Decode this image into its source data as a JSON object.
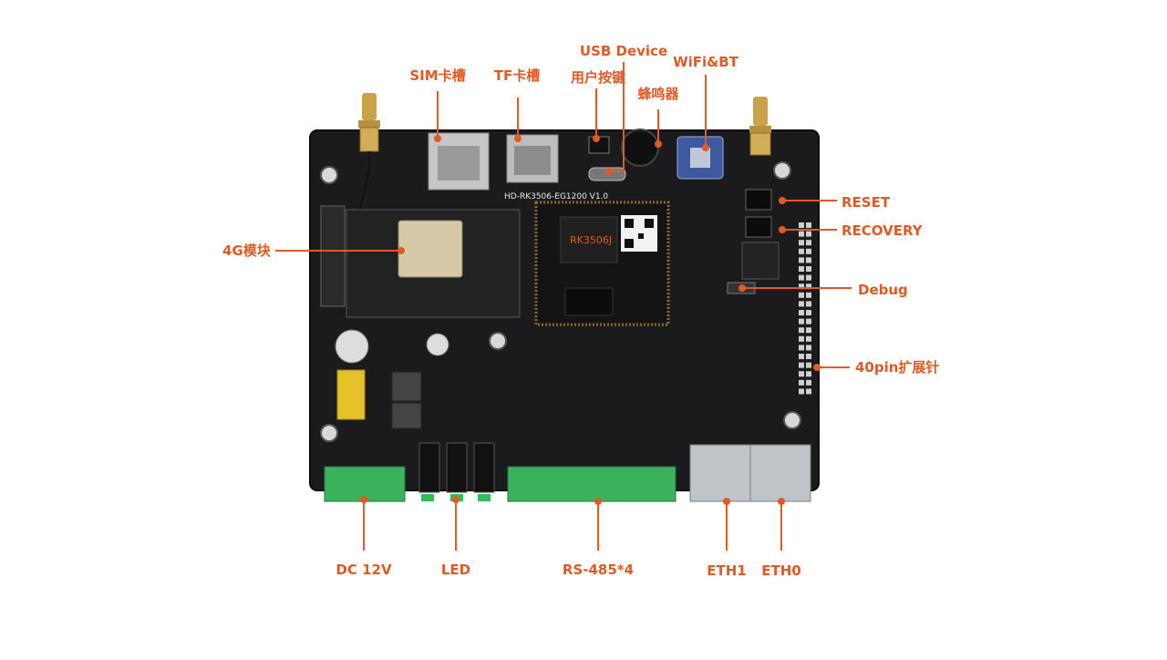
{
  "board": {
    "silkscreen": "HD-RK3506-EG1200 V1.0",
    "soc_label": "RK3506J",
    "accent_color": "#e05a25"
  },
  "labels": {
    "usb_device": "USB Device",
    "wifi_bt": "WiFi&BT",
    "sim_slot": "SIM卡槽",
    "tf_slot": "TF卡槽",
    "user_button": "用户按键",
    "buzzer": "蜂鸣器",
    "reset": "RESET",
    "recovery": "RECOVERY",
    "module_4g": "4G模块",
    "debug": "Debug",
    "pin40": "40pin扩展针",
    "dc12v": "DC 12V",
    "led": "LED",
    "rs485": "RS-485*4",
    "eth1": "ETH1",
    "eth0": "ETH0"
  }
}
